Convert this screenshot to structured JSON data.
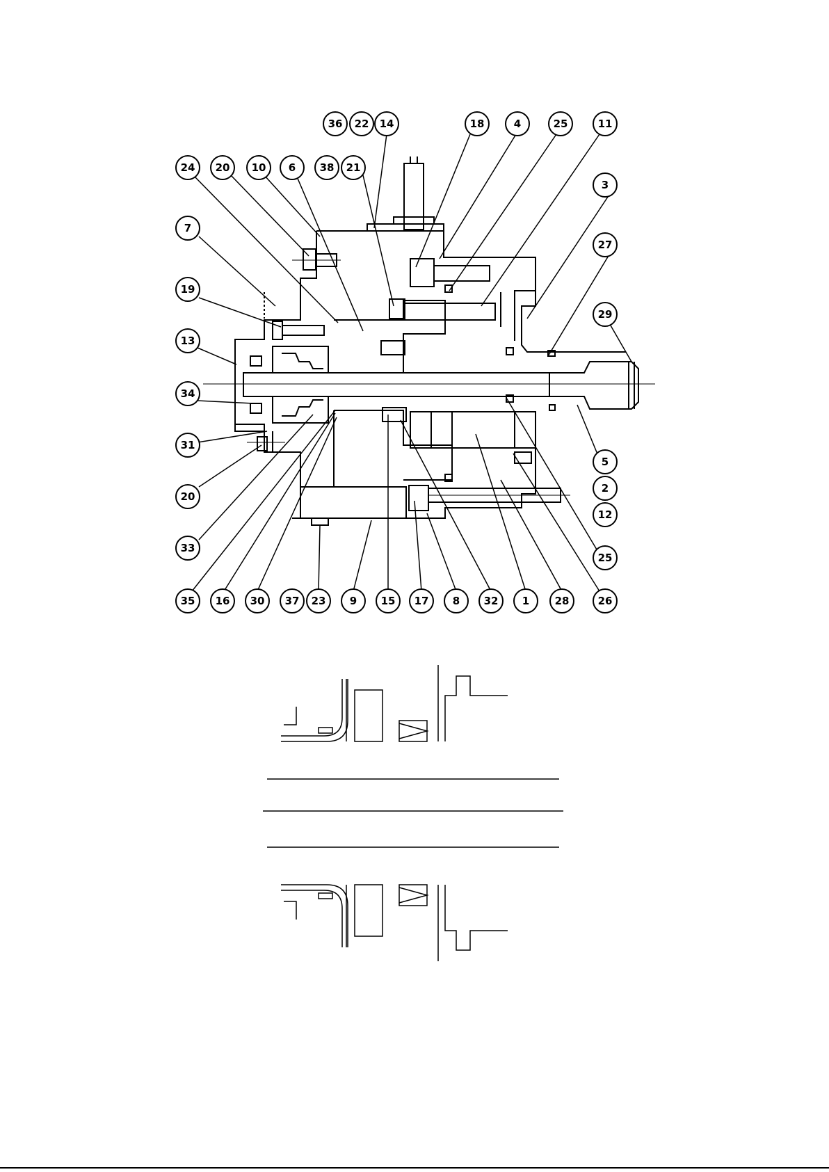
{
  "callouts": [
    "36",
    "22",
    "14",
    "18",
    "4",
    "25",
    "11",
    "24",
    "20",
    "10",
    "6",
    "38",
    "21",
    "3",
    "7",
    "27",
    "19",
    "29",
    "13",
    "34",
    "31",
    "20",
    "5",
    "2",
    "12",
    "33",
    "25",
    "35",
    "16",
    "30",
    "37",
    "23",
    "9",
    "15",
    "17",
    "8",
    "32",
    "1",
    "28",
    "26"
  ],
  "colors": {
    "line": "#000000",
    "background": "#ffffff"
  }
}
